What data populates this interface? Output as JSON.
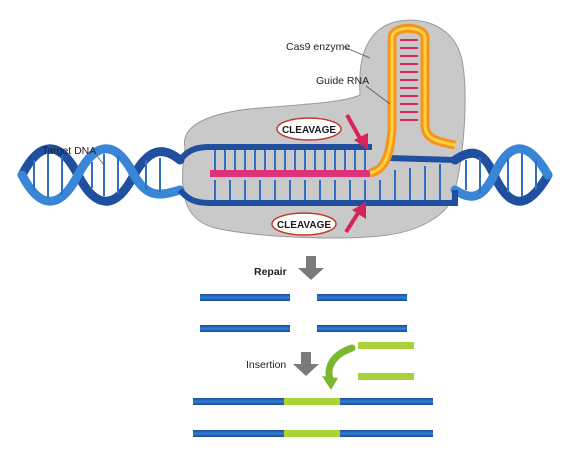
{
  "labels": {
    "cas9": "Cas9 enzyme",
    "guide_rna": "Guide RNA",
    "target_dna": "Target DNA",
    "cleavage_top": "CLEAVAGE",
    "cleavage_bottom": "CLEAVAGE",
    "repair": "Repair",
    "insertion": "Insertion"
  },
  "colors": {
    "dna_strand": "#1f4f9e",
    "dna_rung": "#2e6fc4",
    "dna_highlight": "#4ea3e6",
    "cas9_body": "#c8c8c8",
    "guide_rna_outer": "#f7941d",
    "guide_rna_inner": "#ffd23f",
    "guide_rna_rung": "#e0306e",
    "cleavage_arrow": "#d6245a",
    "cleavage_oval_border": "#c0392b",
    "process_arrow": "#7a7a7a",
    "insert_segment": "#a9d13a",
    "insert_arrow": "#7cb82f"
  }
}
